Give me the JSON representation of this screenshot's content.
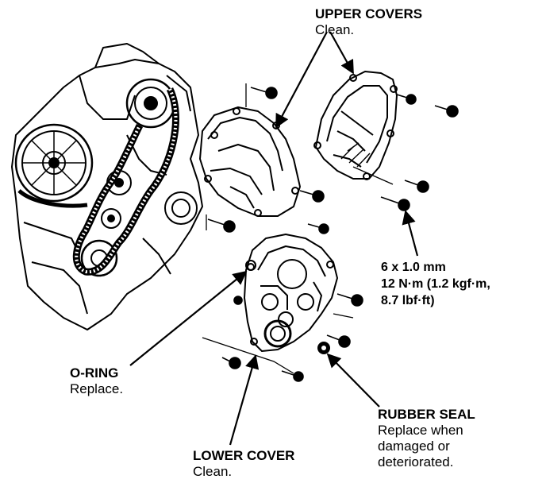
{
  "labels": {
    "upper_covers": {
      "title": "UPPER COVERS",
      "note": "Clean."
    },
    "oring": {
      "title": "O-RING",
      "note": "Replace."
    },
    "lower_cover": {
      "title": "LOWER COVER",
      "note": "Clean."
    },
    "rubber_seal": {
      "title": "RUBBER SEAL",
      "note_lines": [
        "Replace when",
        "damaged or",
        "deteriorated."
      ]
    },
    "bolt_spec": {
      "lines": [
        "6 x 1.0 mm",
        "12 N·m (1.2 kgf·m,",
        "8.7 lbf·ft)"
      ]
    }
  },
  "colors": {
    "ink": "#000000",
    "paper": "#ffffff"
  }
}
